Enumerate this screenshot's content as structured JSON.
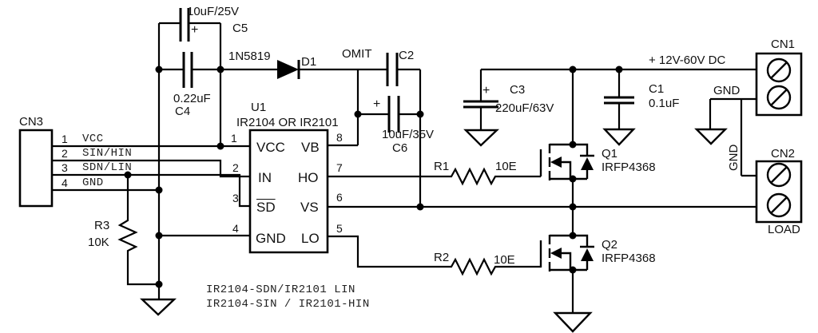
{
  "components": {
    "C5": {
      "ref": "C5",
      "value": "10uF/25V",
      "plus": "+"
    },
    "C4": {
      "ref": "C4",
      "value": "0.22uF"
    },
    "D1": {
      "ref": "D1",
      "part": "1N5819"
    },
    "C2": {
      "ref": "C2",
      "note": "OMIT"
    },
    "C6": {
      "ref": "C6",
      "value": "10uF/35V",
      "plus": "+"
    },
    "C3": {
      "ref": "C3",
      "value": "220uF/63V",
      "plus": "+"
    },
    "C1": {
      "ref": "C1",
      "value": "0.1uF"
    },
    "R1": {
      "ref": "R1",
      "value": "10E"
    },
    "R2": {
      "ref": "R2",
      "value": "10E"
    },
    "R3": {
      "ref": "R3",
      "value": "10K"
    },
    "Q1": {
      "ref": "Q1",
      "part": "IRFP4368"
    },
    "Q2": {
      "ref": "Q2",
      "part": "IRFP4368"
    }
  },
  "u1": {
    "ref": "U1",
    "part": "IR2104 OR IR2101",
    "pins_left": [
      {
        "num": "1",
        "name": "VCC"
      },
      {
        "num": "2",
        "name": "IN"
      },
      {
        "num": "3",
        "name": "SD"
      },
      {
        "num": "4",
        "name": "GND"
      }
    ],
    "pins_right": [
      {
        "num": "8",
        "name": "VB"
      },
      {
        "num": "7",
        "name": "HO"
      },
      {
        "num": "6",
        "name": "VS"
      },
      {
        "num": "5",
        "name": "LO"
      }
    ]
  },
  "cn3": {
    "ref": "CN3",
    "pins": [
      {
        "num": "1",
        "label": "VCC"
      },
      {
        "num": "2",
        "label": "SIN/HIN"
      },
      {
        "num": "3",
        "label": "SDN/LIN"
      },
      {
        "num": "4",
        "label": "GND"
      }
    ]
  },
  "cn1": {
    "ref": "CN1",
    "supply_label": "+ 12V-60V DC",
    "gnd_label": "GND"
  },
  "cn2": {
    "ref": "CN2",
    "load_label": "LOAD",
    "gnd_wire_label": "GND"
  },
  "notes": {
    "line1": "IR2104-SDN/IR2101 LIN",
    "line2": "IR2104-SIN / IR2101-HIN"
  }
}
